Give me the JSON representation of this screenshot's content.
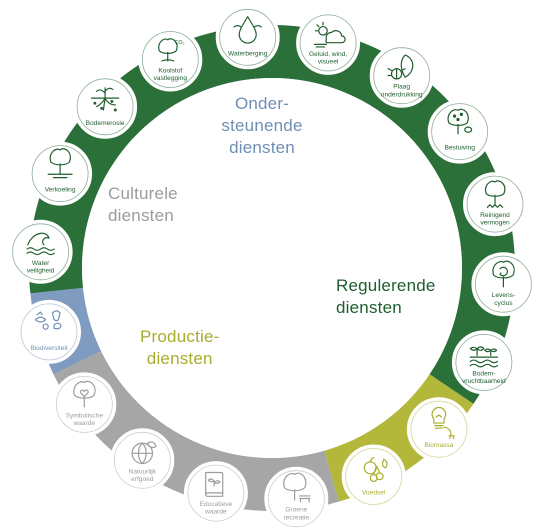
{
  "categories": {
    "supporting": {
      "label": "Onder-\nsteunende\ndiensten",
      "color": "#6f8fb5",
      "ring": "#7f9bc0"
    },
    "cultural": {
      "label": "Culturele\ndiensten",
      "color": "#9c9c9c",
      "ring": "#a6a6a6"
    },
    "regulating": {
      "label": "Regulerende\ndiensten",
      "color": "#1e5e2e",
      "ring": "#2b6f39"
    },
    "production": {
      "label": "Productie-\ndiensten",
      "color": "#a9ad2c",
      "ring": "#b3b83a"
    }
  },
  "services": [
    {
      "label": "Biodiversiteit",
      "category": "supporting",
      "icon": "animals-icon"
    },
    {
      "label": "Water\nveiligheid",
      "category": "regulating",
      "icon": "wave-icon"
    },
    {
      "label": "Verkoeling",
      "category": "regulating",
      "icon": "tree-shade-icon"
    },
    {
      "label": "Bodemerosie",
      "category": "regulating",
      "icon": "roots-icon"
    },
    {
      "label": "Koolstof\nvastlegging",
      "category": "regulating",
      "icon": "tree-co2-icon"
    },
    {
      "label": "Waterberging",
      "category": "regulating",
      "icon": "water-drop-icon"
    },
    {
      "label": "Geluid, wind,\nvisueel",
      "category": "regulating",
      "icon": "wind-cloud-icon"
    },
    {
      "label": "Plaag\nonderdrukking",
      "category": "regulating",
      "icon": "beetle-leaf-icon"
    },
    {
      "label": "Bestuiving",
      "category": "regulating",
      "icon": "tree-bee-icon"
    },
    {
      "label": "Reinigend\nvermogen",
      "category": "regulating",
      "icon": "tree-filter-icon"
    },
    {
      "label": "Levens-\ncyclus",
      "category": "regulating",
      "icon": "tree-cycle-icon"
    },
    {
      "label": "Bodem-\nvruchtbaarheid",
      "category": "regulating",
      "icon": "seedlings-icon"
    },
    {
      "label": "Biomassa",
      "category": "production",
      "icon": "bulb-plug-icon"
    },
    {
      "label": "Voedsel",
      "category": "production",
      "icon": "fruit-icon"
    },
    {
      "label": "Groene\nrecreatie",
      "category": "cultural",
      "icon": "tree-bench-icon"
    },
    {
      "label": "Educatieve\nwaarde",
      "category": "cultural",
      "icon": "book-plant-icon"
    },
    {
      "label": "Natuurlijk\nerfgoed",
      "category": "cultural",
      "icon": "globe-leaf-icon"
    },
    {
      "label": "Symbolische\nwaarde",
      "category": "cultural",
      "icon": "tree-heart-icon"
    }
  ]
}
